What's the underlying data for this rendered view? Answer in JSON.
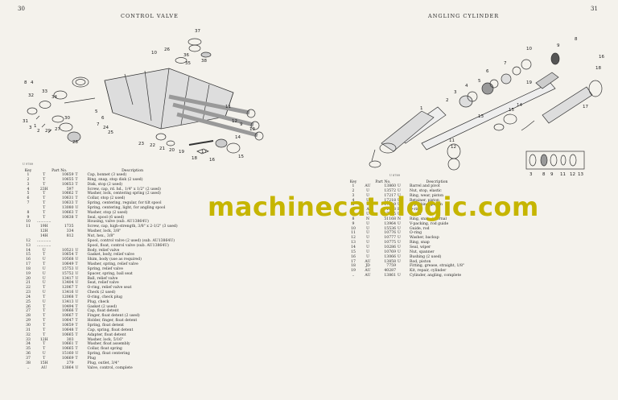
{
  "left_page": {
    "page_number": "30",
    "title": "CONTROL VALVE",
    "figure_code": "U 9789",
    "callouts": [
      "37",
      "10",
      "26",
      "36",
      "35",
      "34",
      "33",
      "38",
      "8",
      "4",
      "32",
      "31",
      "3",
      "2",
      "1",
      "5",
      "6",
      "7",
      "30",
      "29",
      "28",
      "27",
      "11",
      "12",
      "9",
      "13",
      "14",
      "15",
      "16",
      "17",
      "18",
      "19",
      "20",
      "21",
      "22",
      "23",
      "24",
      "25"
    ],
    "table": {
      "headers": {
        "key": "Key",
        "part_no": "Part No.",
        "description": "Description"
      },
      "rows": [
        {
          "key": "1",
          "pre": "T",
          "num": "10659",
          "suf": "T",
          "desc": "Cap, bonnet (3 used)"
        },
        {
          "key": "2",
          "pre": "T",
          "num": "10655",
          "suf": "T",
          "desc": "Ring, snap, stop disk (2 used)"
        },
        {
          "key": "3",
          "pre": "T",
          "num": "10653",
          "suf": "T",
          "desc": "Disk, stop (2 used)"
        },
        {
          "key": "4",
          "pre": "23H",
          "num": "597",
          "suf": "",
          "desc": "Screw, cap, rd. hd., 1/4\" x 1/2\" (2 used)"
        },
        {
          "key": "5",
          "pre": "T",
          "num": "10662",
          "suf": "T",
          "desc": "Washer, lock, centering spring (2 used)"
        },
        {
          "key": "6",
          "pre": "T",
          "num": "10631",
          "suf": "T",
          "desc": "Collar, stop (2 used)"
        },
        {
          "key": "7",
          "pre": "T",
          "num": "10633",
          "suf": "T",
          "desc": "Spring, centering, regular, for tilt spool"
        },
        {
          "key": "",
          "pre": "T",
          "num": "13080",
          "suf": "U",
          "desc": "Spring, centering, light, for angling spool"
        },
        {
          "key": "8",
          "pre": "T",
          "num": "10663",
          "suf": "T",
          "desc": "Washer, stop (2 used)"
        },
        {
          "key": "9",
          "pre": "T",
          "num": "10638",
          "suf": "T",
          "desc": "Seal, spool (6 used)"
        },
        {
          "key": "10",
          "pre": "............",
          "num": "",
          "suf": "",
          "desc": "Housing, valve (sub. AU13864U)"
        },
        {
          "key": "11",
          "pre": "19H",
          "num": "1735",
          "suf": "",
          "desc": "Screw, cap, high-strength, 3/8\" x 2-1/2\" (3 used)"
        },
        {
          "key": "",
          "pre": "12H",
          "num": "334",
          "suf": "",
          "desc": "Washer, lock, 3/8\""
        },
        {
          "key": "",
          "pre": "14H",
          "num": "812",
          "suf": "",
          "desc": "Nut, hex., 3/8\""
        },
        {
          "key": "12",
          "pre": "............",
          "num": "",
          "suf": "",
          "desc": "Spool, control valve (2 used) (sub. AU13864U)"
        },
        {
          "key": "13",
          "pre": "............",
          "num": "",
          "suf": "",
          "desc": "Spool, float, control valve (sub. AU13864U)"
        },
        {
          "key": "14",
          "pre": "U",
          "num": "10521",
          "suf": "U",
          "desc": "Body, relief valve"
        },
        {
          "key": "15",
          "pre": "T",
          "num": "10654",
          "suf": "T",
          "desc": "Gasket, body, relief valve"
        },
        {
          "key": "16",
          "pre": "U",
          "num": "10568",
          "suf": "U",
          "desc": "Shim, body (use as required)"
        },
        {
          "key": "17",
          "pre": "T",
          "num": "10649",
          "suf": "T",
          "desc": "Washer, spring, relief valve"
        },
        {
          "key": "18",
          "pre": "U",
          "num": "15753",
          "suf": "U",
          "desc": "Spring, relief valve"
        },
        {
          "key": "19",
          "pre": "U",
          "num": "15752",
          "suf": "U",
          "desc": "Spacer, spring, ball seat"
        },
        {
          "key": "20",
          "pre": "U",
          "num": "13417",
          "suf": "U",
          "desc": "Ball, relief valve"
        },
        {
          "key": "21",
          "pre": "U",
          "num": "13404",
          "suf": "U",
          "desc": "Seat, relief valve"
        },
        {
          "key": "22",
          "pre": "T",
          "num": "12067",
          "suf": "T",
          "desc": "O-ring, relief valve seat"
        },
        {
          "key": "23",
          "pre": "U",
          "num": "13416",
          "suf": "U",
          "desc": "Check (2 used)"
        },
        {
          "key": "24",
          "pre": "T",
          "num": "12068",
          "suf": "T",
          "desc": "O-ring, check plug"
        },
        {
          "key": "25",
          "pre": "U",
          "num": "13413",
          "suf": "U",
          "desc": "Plug, check"
        },
        {
          "key": "26",
          "pre": "T",
          "num": "10494",
          "suf": "T",
          "desc": "Gasket (2 used)"
        },
        {
          "key": "27",
          "pre": "T",
          "num": "10666",
          "suf": "T",
          "desc": "Cap, float detent"
        },
        {
          "key": "28",
          "pre": "T",
          "num": "10667",
          "suf": "T",
          "desc": "Finger, float detent (2 used)"
        },
        {
          "key": "29",
          "pre": "T",
          "num": "10647",
          "suf": "T",
          "desc": "Holder, finger, float detent"
        },
        {
          "key": "30",
          "pre": "T",
          "num": "10659",
          "suf": "T",
          "desc": "Spring, float detent"
        },
        {
          "key": "31",
          "pre": "T",
          "num": "10648",
          "suf": "T",
          "desc": "Cap, spring, float detent"
        },
        {
          "key": "32",
          "pre": "T",
          "num": "10665",
          "suf": "T",
          "desc": "Adapter, float detent"
        },
        {
          "key": "33",
          "pre": "12H",
          "num": "303",
          "suf": "",
          "desc": "Washer, lock, 5/16\""
        },
        {
          "key": "34",
          "pre": "T",
          "num": "10661",
          "suf": "T",
          "desc": "Washer, float assembly"
        },
        {
          "key": "35",
          "pre": "T",
          "num": "10665",
          "suf": "T",
          "desc": "Collar, float spring"
        },
        {
          "key": "36",
          "pre": "U",
          "num": "15160",
          "suf": "U",
          "desc": "Spring, float centering"
        },
        {
          "key": "37",
          "pre": "T",
          "num": "10669",
          "suf": "T",
          "desc": "Plug"
        },
        {
          "key": "38",
          "pre": "15H",
          "num": "279",
          "suf": "",
          "desc": "Plug, outlet, 3/4\""
        },
        {
          "key": "..",
          "pre": "AU",
          "num": "13864",
          "suf": "U",
          "desc": "Valve, control, complete"
        }
      ]
    }
  },
  "right_page": {
    "page_number": "31",
    "title": "ANGLING CYLINDER",
    "figure_code": "U 8789",
    "callouts": [
      "8",
      "9",
      "10",
      "7",
      "6",
      "5",
      "4",
      "3",
      "2",
      "1",
      "11",
      "12",
      "13",
      "14",
      "15",
      "16",
      "17",
      "18",
      "19",
      "3",
      "8",
      "9",
      "11",
      "12",
      "13"
    ],
    "table": {
      "headers": {
        "key": "Key",
        "part_no": "Part No.",
        "description": "Description"
      },
      "rows": [
        {
          "key": "1",
          "pre": "AU",
          "num": "13860",
          "suf": "U",
          "desc": "Barrel and pivot"
        },
        {
          "key": "2",
          "pre": "U",
          "num": "13572",
          "suf": "U",
          "desc": "Nut, stop, elastic"
        },
        {
          "key": "3",
          "pre": "U",
          "num": "17217",
          "suf": "U",
          "desc": "Ring, wear, piston"
        },
        {
          "key": "4",
          "pre": "U",
          "num": "17218",
          "suf": "U",
          "desc": "Retainer, piston"
        },
        {
          "key": "5",
          "pre": "U",
          "num": "17219",
          "suf": "U",
          "desc": "U-packing, piston"
        },
        {
          "key": "6",
          "pre": "A",
          "num": "1608",
          "suf": "R",
          "desc": "O-ring"
        },
        {
          "key": "7",
          "pre": "U",
          "num": "17945",
          "suf": "U",
          "desc": "Piston"
        },
        {
          "key": "8",
          "pre": "N",
          "num": "51168",
          "suf": "N",
          "desc": "Ring, snap, internal"
        },
        {
          "key": "9",
          "pre": "U",
          "num": "13964",
          "suf": "U",
          "desc": "V-packing, rod guide"
        },
        {
          "key": "10",
          "pre": "U",
          "num": "15536",
          "suf": "U",
          "desc": "Guide, rod"
        },
        {
          "key": "11",
          "pre": "U",
          "num": "10776",
          "suf": "U",
          "desc": "O-ring"
        },
        {
          "key": "12",
          "pre": "U",
          "num": "10777",
          "suf": "U",
          "desc": "Washer, backup"
        },
        {
          "key": "13",
          "pre": "U",
          "num": "10775",
          "suf": "U",
          "desc": "Ring, snap"
        },
        {
          "key": "14",
          "pre": "U",
          "num": "10286",
          "suf": "U",
          "desc": "Seal, wiper"
        },
        {
          "key": "15",
          "pre": "U",
          "num": "10769",
          "suf": "U",
          "desc": "Nut, spanner"
        },
        {
          "key": "16",
          "pre": "U",
          "num": "13066",
          "suf": "U",
          "desc": "Bushing (2 used)"
        },
        {
          "key": "17",
          "pre": "AU",
          "num": "13858",
          "suf": "U",
          "desc": "Rod, piston"
        },
        {
          "key": "18",
          "pre": "JD",
          "num": "7759",
          "suf": "",
          "desc": "Fitting, grease, straight, 1/8\""
        },
        {
          "key": "19",
          "pre": "AU",
          "num": "40287",
          "suf": "",
          "desc": "Kit, repair, cylinder"
        },
        {
          "key": "..",
          "pre": "AU",
          "num": "13861",
          "suf": "U",
          "desc": "Cylinder, angling, complete"
        }
      ]
    }
  },
  "watermark": "machinecatalogic.com"
}
